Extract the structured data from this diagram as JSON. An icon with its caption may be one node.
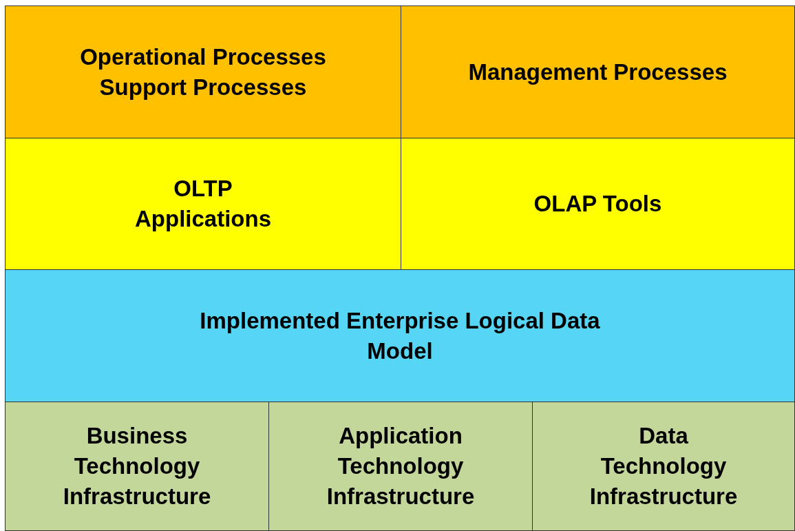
{
  "diagram": {
    "nodes": [
      {
        "text": [
          "Operational Processes",
          "Support Processes"
        ]
      },
      {
        "text": [
          "Management Processes"
        ]
      },
      {
        "text": [
          "OLTP Applications"
        ]
      },
      {
        "text": [
          "OLAP Tools"
        ]
      },
      {
        "text": [
          "Implemented Enterprise Logical Data Model"
        ]
      },
      {
        "text": [
          "Business Technology Infrastructure"
        ]
      },
      {
        "text": [
          "Application Technology Infrastructure"
        ]
      },
      {
        "text": [
          "Data Technology Infrastructure"
        ]
      }
    ]
  }
}
